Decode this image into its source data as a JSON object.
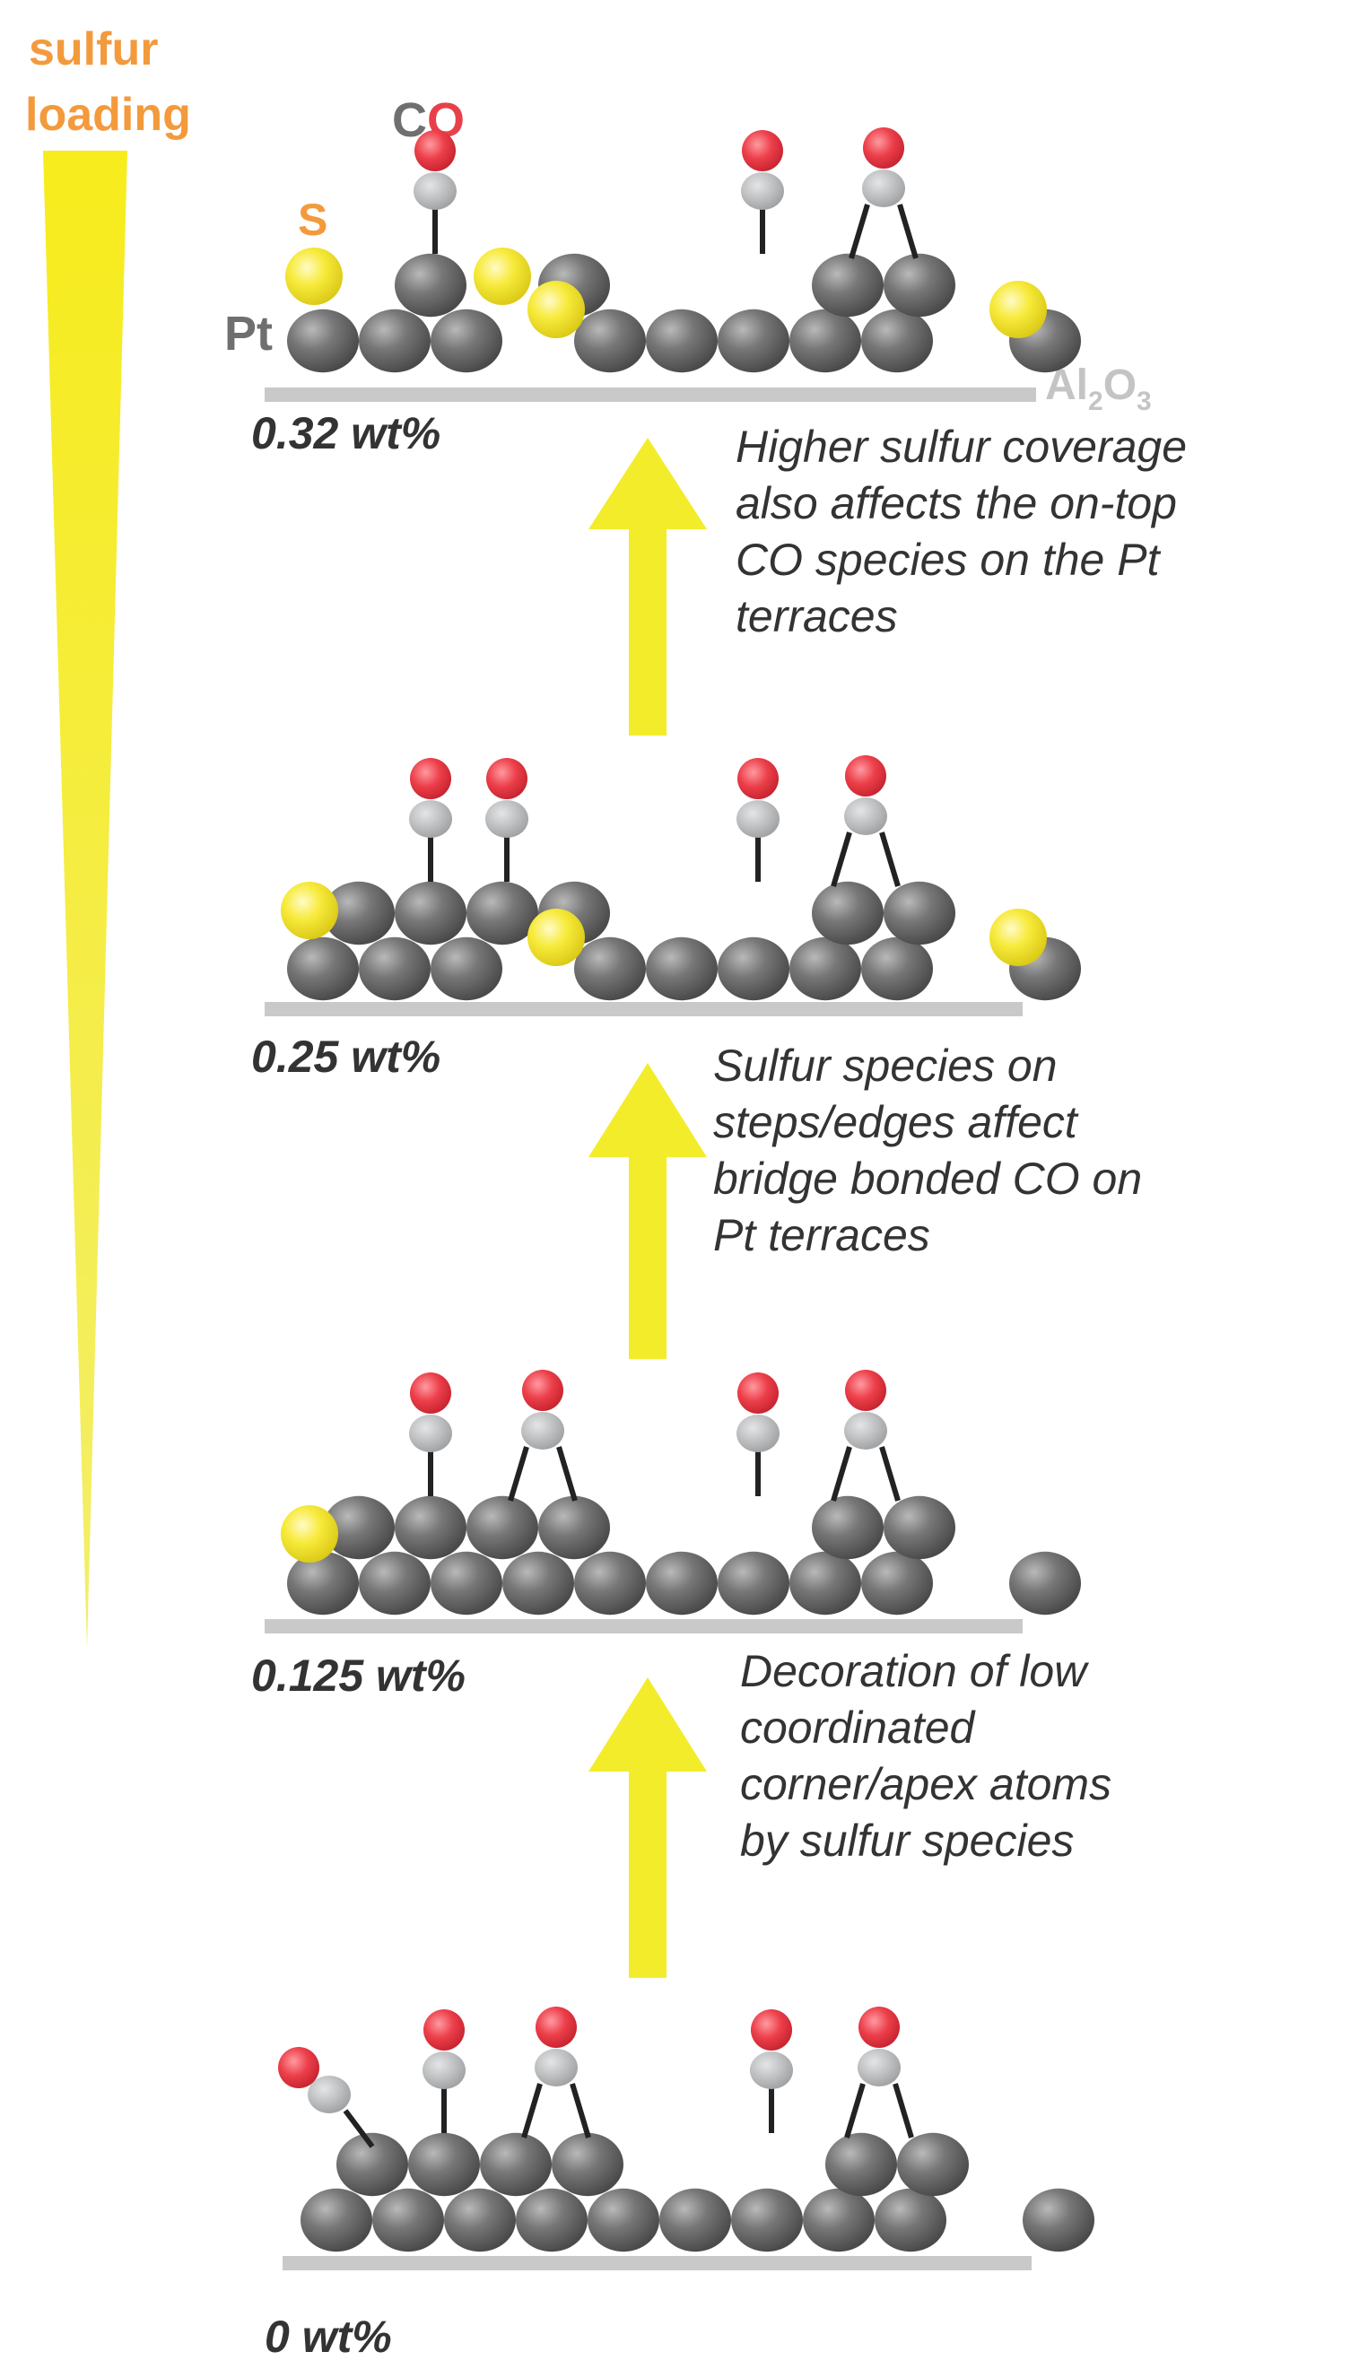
{
  "colors": {
    "platinum": "#6f6f6f",
    "sulfur": "#f5e626",
    "carbon": "#b4b6b8",
    "oxygen": "#e8404a",
    "support": "#c9c9c9",
    "arrow": "#f3ec2b",
    "label_orange": "#f39a3c",
    "text_dark": "#333333"
  },
  "gradient": {
    "line1": "sulfur",
    "line2": "loading"
  },
  "legend": {
    "S": "S",
    "C": "C",
    "O": "O",
    "Pt": "Pt",
    "support_main": "Al",
    "support_sub1": "2",
    "support_mid": "O",
    "support_sub2": "3"
  },
  "panels": [
    {
      "loading": "0.32 wt%",
      "description": [
        "Higher sulfur coverage",
        "also affects the on-top",
        "CO species on the Pt",
        "terraces"
      ]
    },
    {
      "loading": "0.25 wt%",
      "description": [
        "Sulfur species on",
        "steps/edges affect",
        "bridge bonded CO on",
        "Pt terraces"
      ]
    },
    {
      "loading": "0.125 wt%",
      "description": [
        "Decoration of low",
        "coordinated",
        "corner/apex atoms",
        "by sulfur species"
      ]
    },
    {
      "loading": "0 wt%",
      "description": []
    }
  ]
}
